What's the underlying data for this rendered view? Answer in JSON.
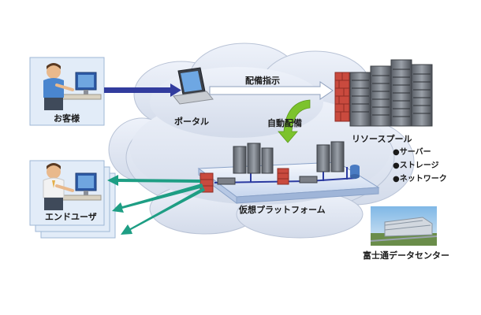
{
  "customer": {
    "label": "お客様"
  },
  "portal": {
    "label": "ポータル"
  },
  "arrows": {
    "deploy_instruction": "配備指示",
    "auto_deploy": "自動配備"
  },
  "resource_pool": {
    "label": "リソースプール",
    "items": [
      "●サーバー",
      "●ストレージ",
      "●ネットワーク"
    ]
  },
  "platform": {
    "label": "仮想プラットフォーム"
  },
  "end_user": {
    "label": "エンドユーザ"
  },
  "datacenter": {
    "label": "富士通データセンター"
  },
  "colors": {
    "cloud": "#dfe6f2",
    "panel": "#e3ebf8",
    "arrow_blue": "#323c9e",
    "arrow_green": "#7cc32d",
    "arrow_teal": "#1e9e84"
  }
}
